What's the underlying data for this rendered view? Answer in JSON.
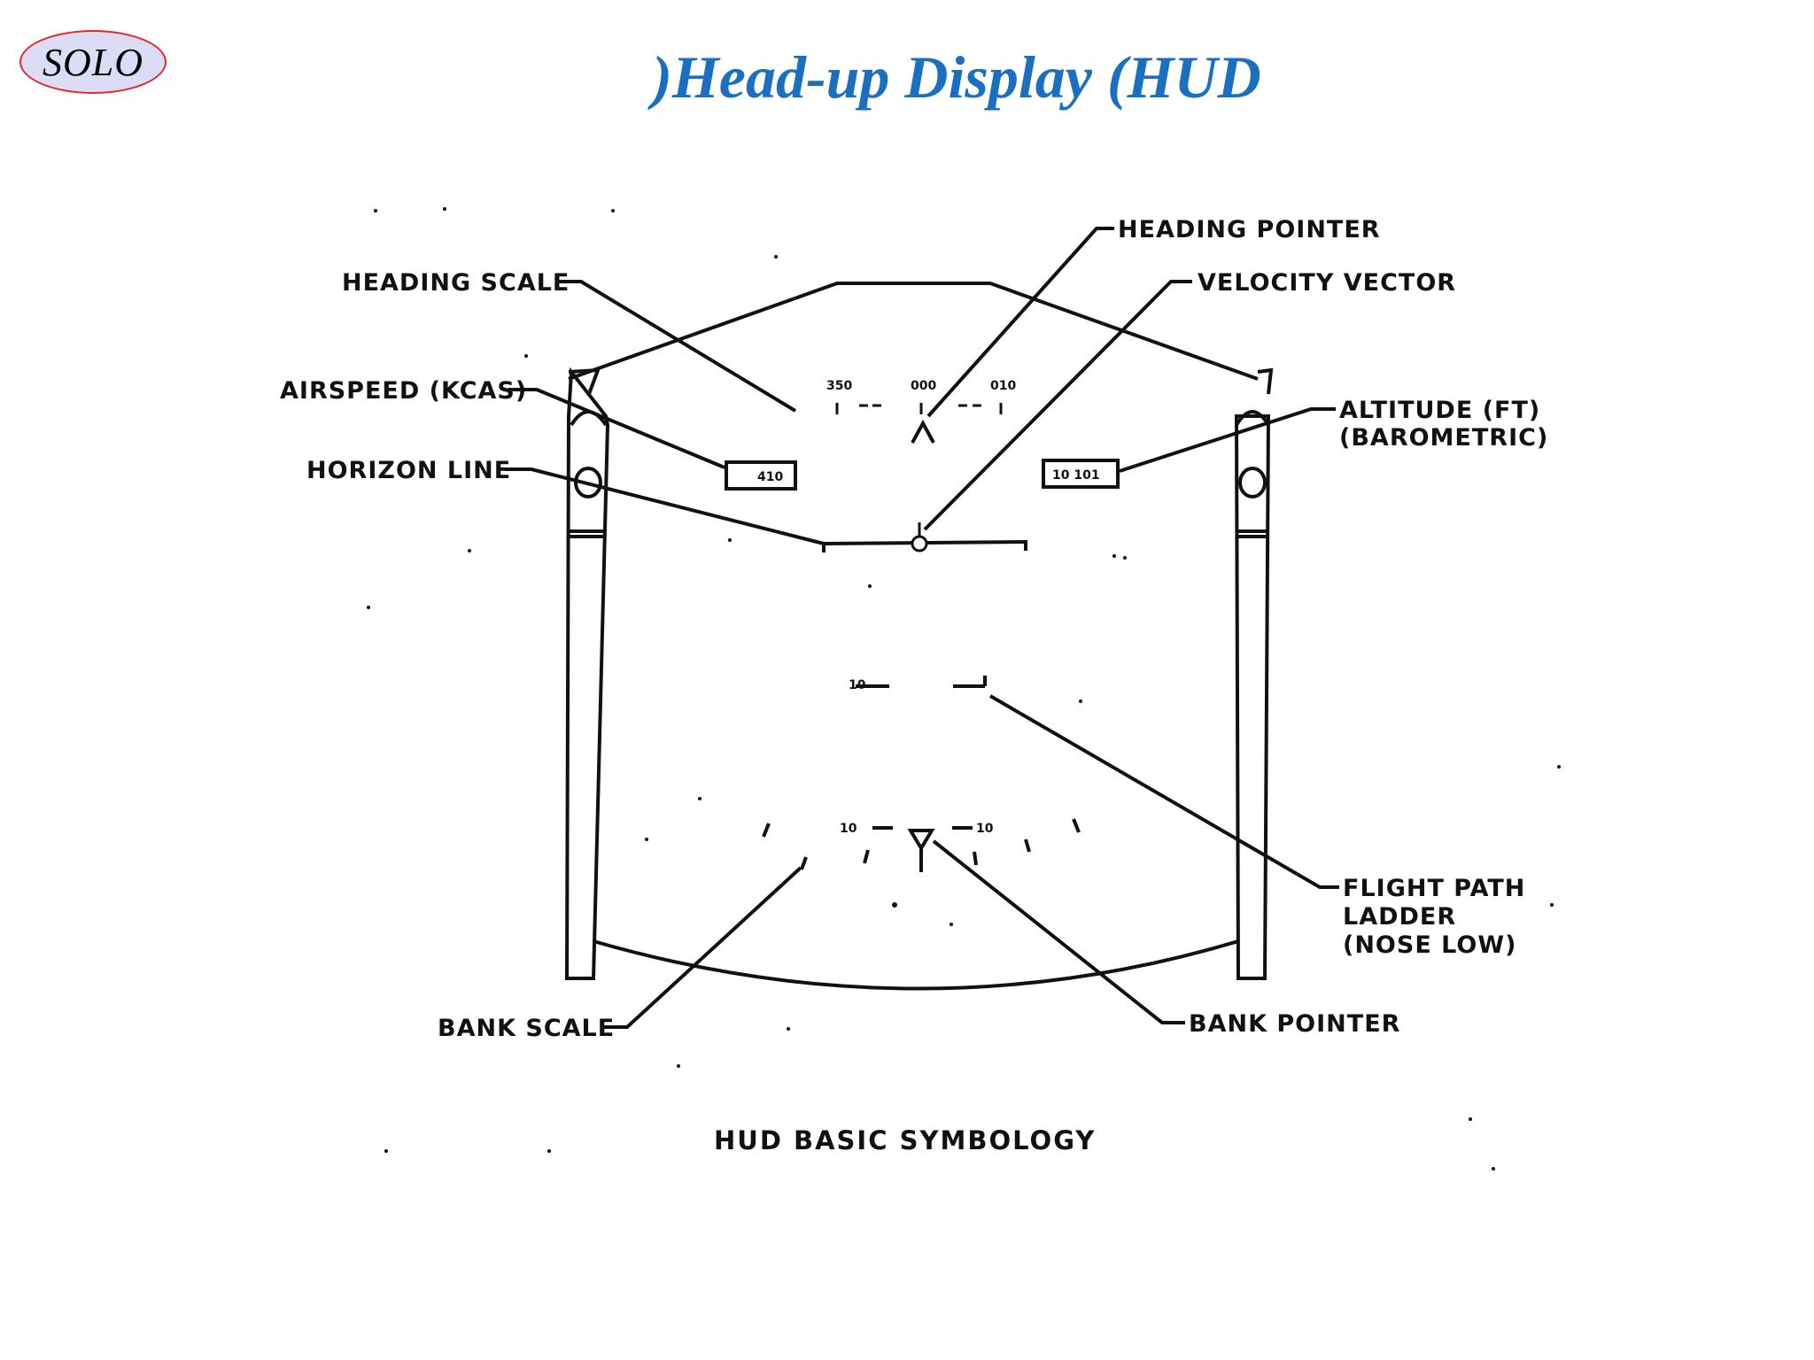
{
  "logo": {
    "text": "SOLO",
    "fill": "#dcdcf6",
    "border": "#e02828"
  },
  "title": ")Head-up Display (HUD",
  "title_color": "#1a6fc0",
  "diagram": {
    "labels": {
      "heading_pointer": "HEADING POINTER",
      "heading_scale": "HEADING SCALE",
      "velocity_vector": "VELOCITY VECTOR",
      "airspeed": "AIRSPEED (KCAS)",
      "altitude_line1": "ALTITUDE (FT)",
      "altitude_line2": "(BAROMETRIC)",
      "horizon_line": "HORIZON LINE",
      "flight_path_line1": "FLIGHT PATH",
      "flight_path_line2": "LADDER",
      "flight_path_line3": "(NOSE LOW)",
      "bank_scale": "BANK SCALE",
      "bank_pointer": "BANK POINTER"
    },
    "heading_ticks": [
      "350",
      "000",
      "010"
    ],
    "airspeed_value": "410",
    "altitude_value": "10 101",
    "ladder_top_left": "10",
    "ladder_bottom_left": "10",
    "ladder_bottom_right": "10",
    "caption": "HUD BASIC SYMBOLOGY"
  }
}
